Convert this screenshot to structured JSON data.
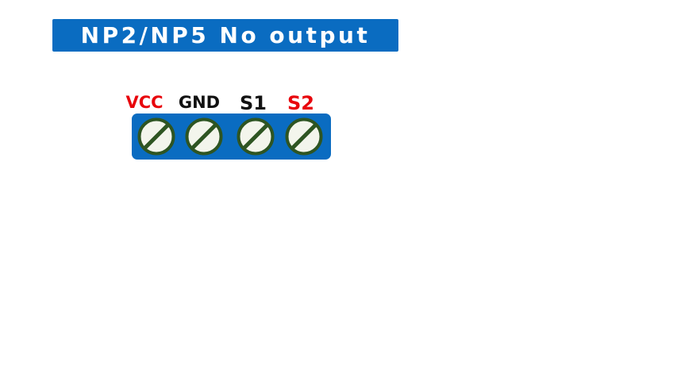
{
  "title": "NP2/NP5 No output",
  "terminals": [
    {
      "label": "VCC",
      "label_color": "#e8050c"
    },
    {
      "label": "GND",
      "label_color": "#111111"
    },
    {
      "label": "S1",
      "label_color": "#111111"
    },
    {
      "label": "S2",
      "label_color": "#e8050c"
    }
  ],
  "colors": {
    "banner": "#0a6cc1",
    "terminal_block": "#0a6cc1",
    "screw_fill": "#f3f5ec",
    "screw_stroke": "#2e5522",
    "title_text": "#ffffff"
  },
  "icons": {
    "screw": "screw-terminal-icon"
  }
}
